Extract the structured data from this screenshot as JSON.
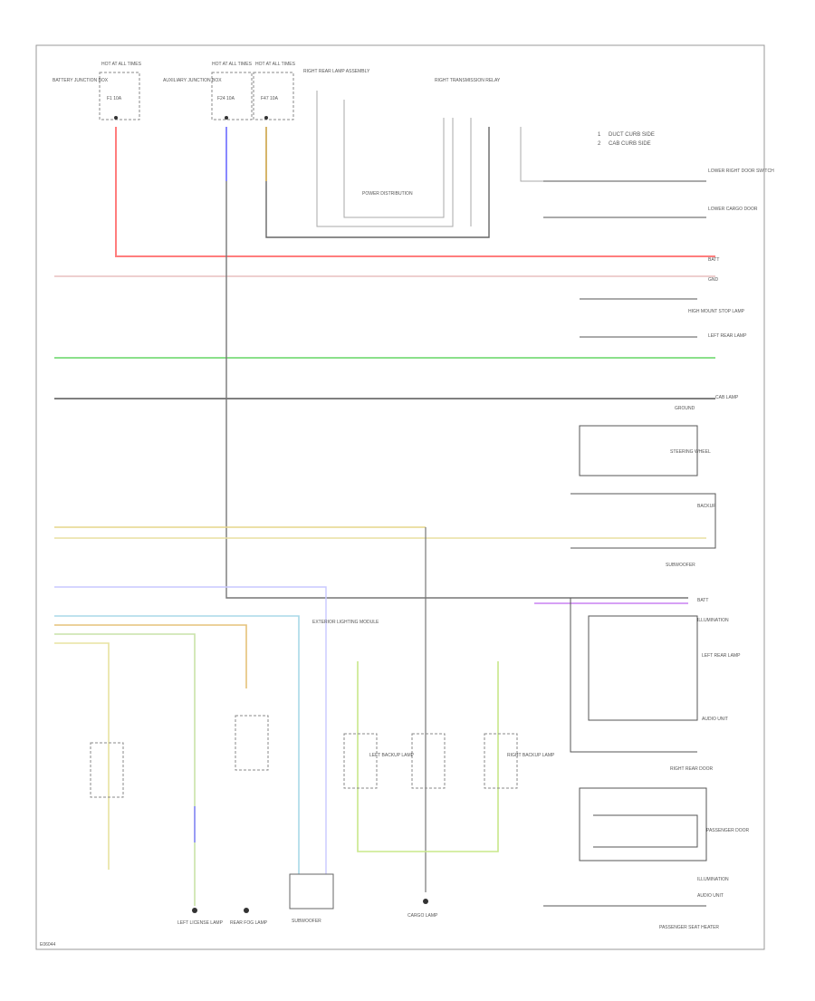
{
  "diagram": {
    "legend": {
      "items": [
        {
          "marker": "1",
          "text": "DUCT CURB SIDE"
        },
        {
          "marker": "2",
          "text": "CAB CURB SIDE"
        }
      ]
    },
    "fuse_boxes": [
      {
        "label": "HOT AT ALL TIMES",
        "fuse": "F1 10A"
      },
      {
        "label": "HOT AT ALL TIMES",
        "fuse": "F24 10A"
      },
      {
        "label": "HOT AT ALL TIMES",
        "fuse": "F47 10A"
      }
    ],
    "connector_labels": [
      "BATTERY JUNCTION BOX",
      "AUXILIARY JUNCTION BOX",
      "RIGHT REAR LAMP ASSEMBLY",
      "RIGHT TRANSMISSION RELAY",
      "POWER DISTRIBUTION"
    ],
    "right_labels": [
      "LOWER RIGHT DOOR SWITCH",
      "LOWER CARGO DOOR",
      "BATT",
      "GND",
      "HIGH MOUNT STOP LAMP",
      "LEFT REAR LAMP",
      "GROUND",
      "CAB LAMP",
      "STEERING WHEEL",
      "BACKUP",
      "SUBWOOFER",
      "BATT",
      "ILLUMINATION",
      "LEFT REAR LAMP",
      "AUDIO UNIT",
      "RIGHT REAR DOOR",
      "PASSENGER DOOR",
      "ILLUMINATION",
      "AUDIO UNIT",
      "PASSENGER SEAT HEATER"
    ],
    "bottom_labels": [
      "LEFT LICENSE LAMP",
      "REAR FOG LAMP",
      "SUBWOOFER",
      "LEFT BACKUP LAMP",
      "CARGO LAMP",
      "RIGHT BACKUP LAMP"
    ],
    "center_label": "EXTERIOR LIGHTING MODULE",
    "footer_code": "E06044"
  }
}
